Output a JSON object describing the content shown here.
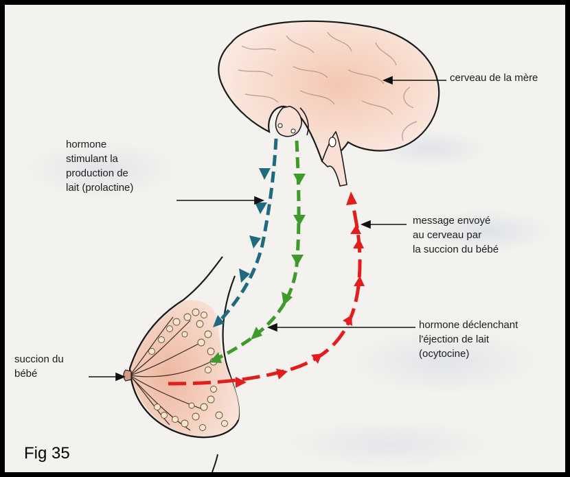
{
  "labels": {
    "brain": "cerveau de la mère",
    "prolactin": "hormone\nstimulant la\nproduction de\nlait (prolactine)",
    "message": "message envoyé\nau cerveau par\nla succion du bébé",
    "oxytocin": "hormone déclenchant\nl'éjection de lait\n(ocytocine)",
    "suckling": "succion du\nbébé"
  },
  "figure_caption": "Fig 35",
  "colors": {
    "prolactin_arrow": "#1f6a80",
    "oxytocin_arrow": "#3f9a2c",
    "nerve_arrow": "#e21d1d",
    "brain_fill": "#f6d4c2",
    "breast_fill": "#f1c9b8"
  }
}
